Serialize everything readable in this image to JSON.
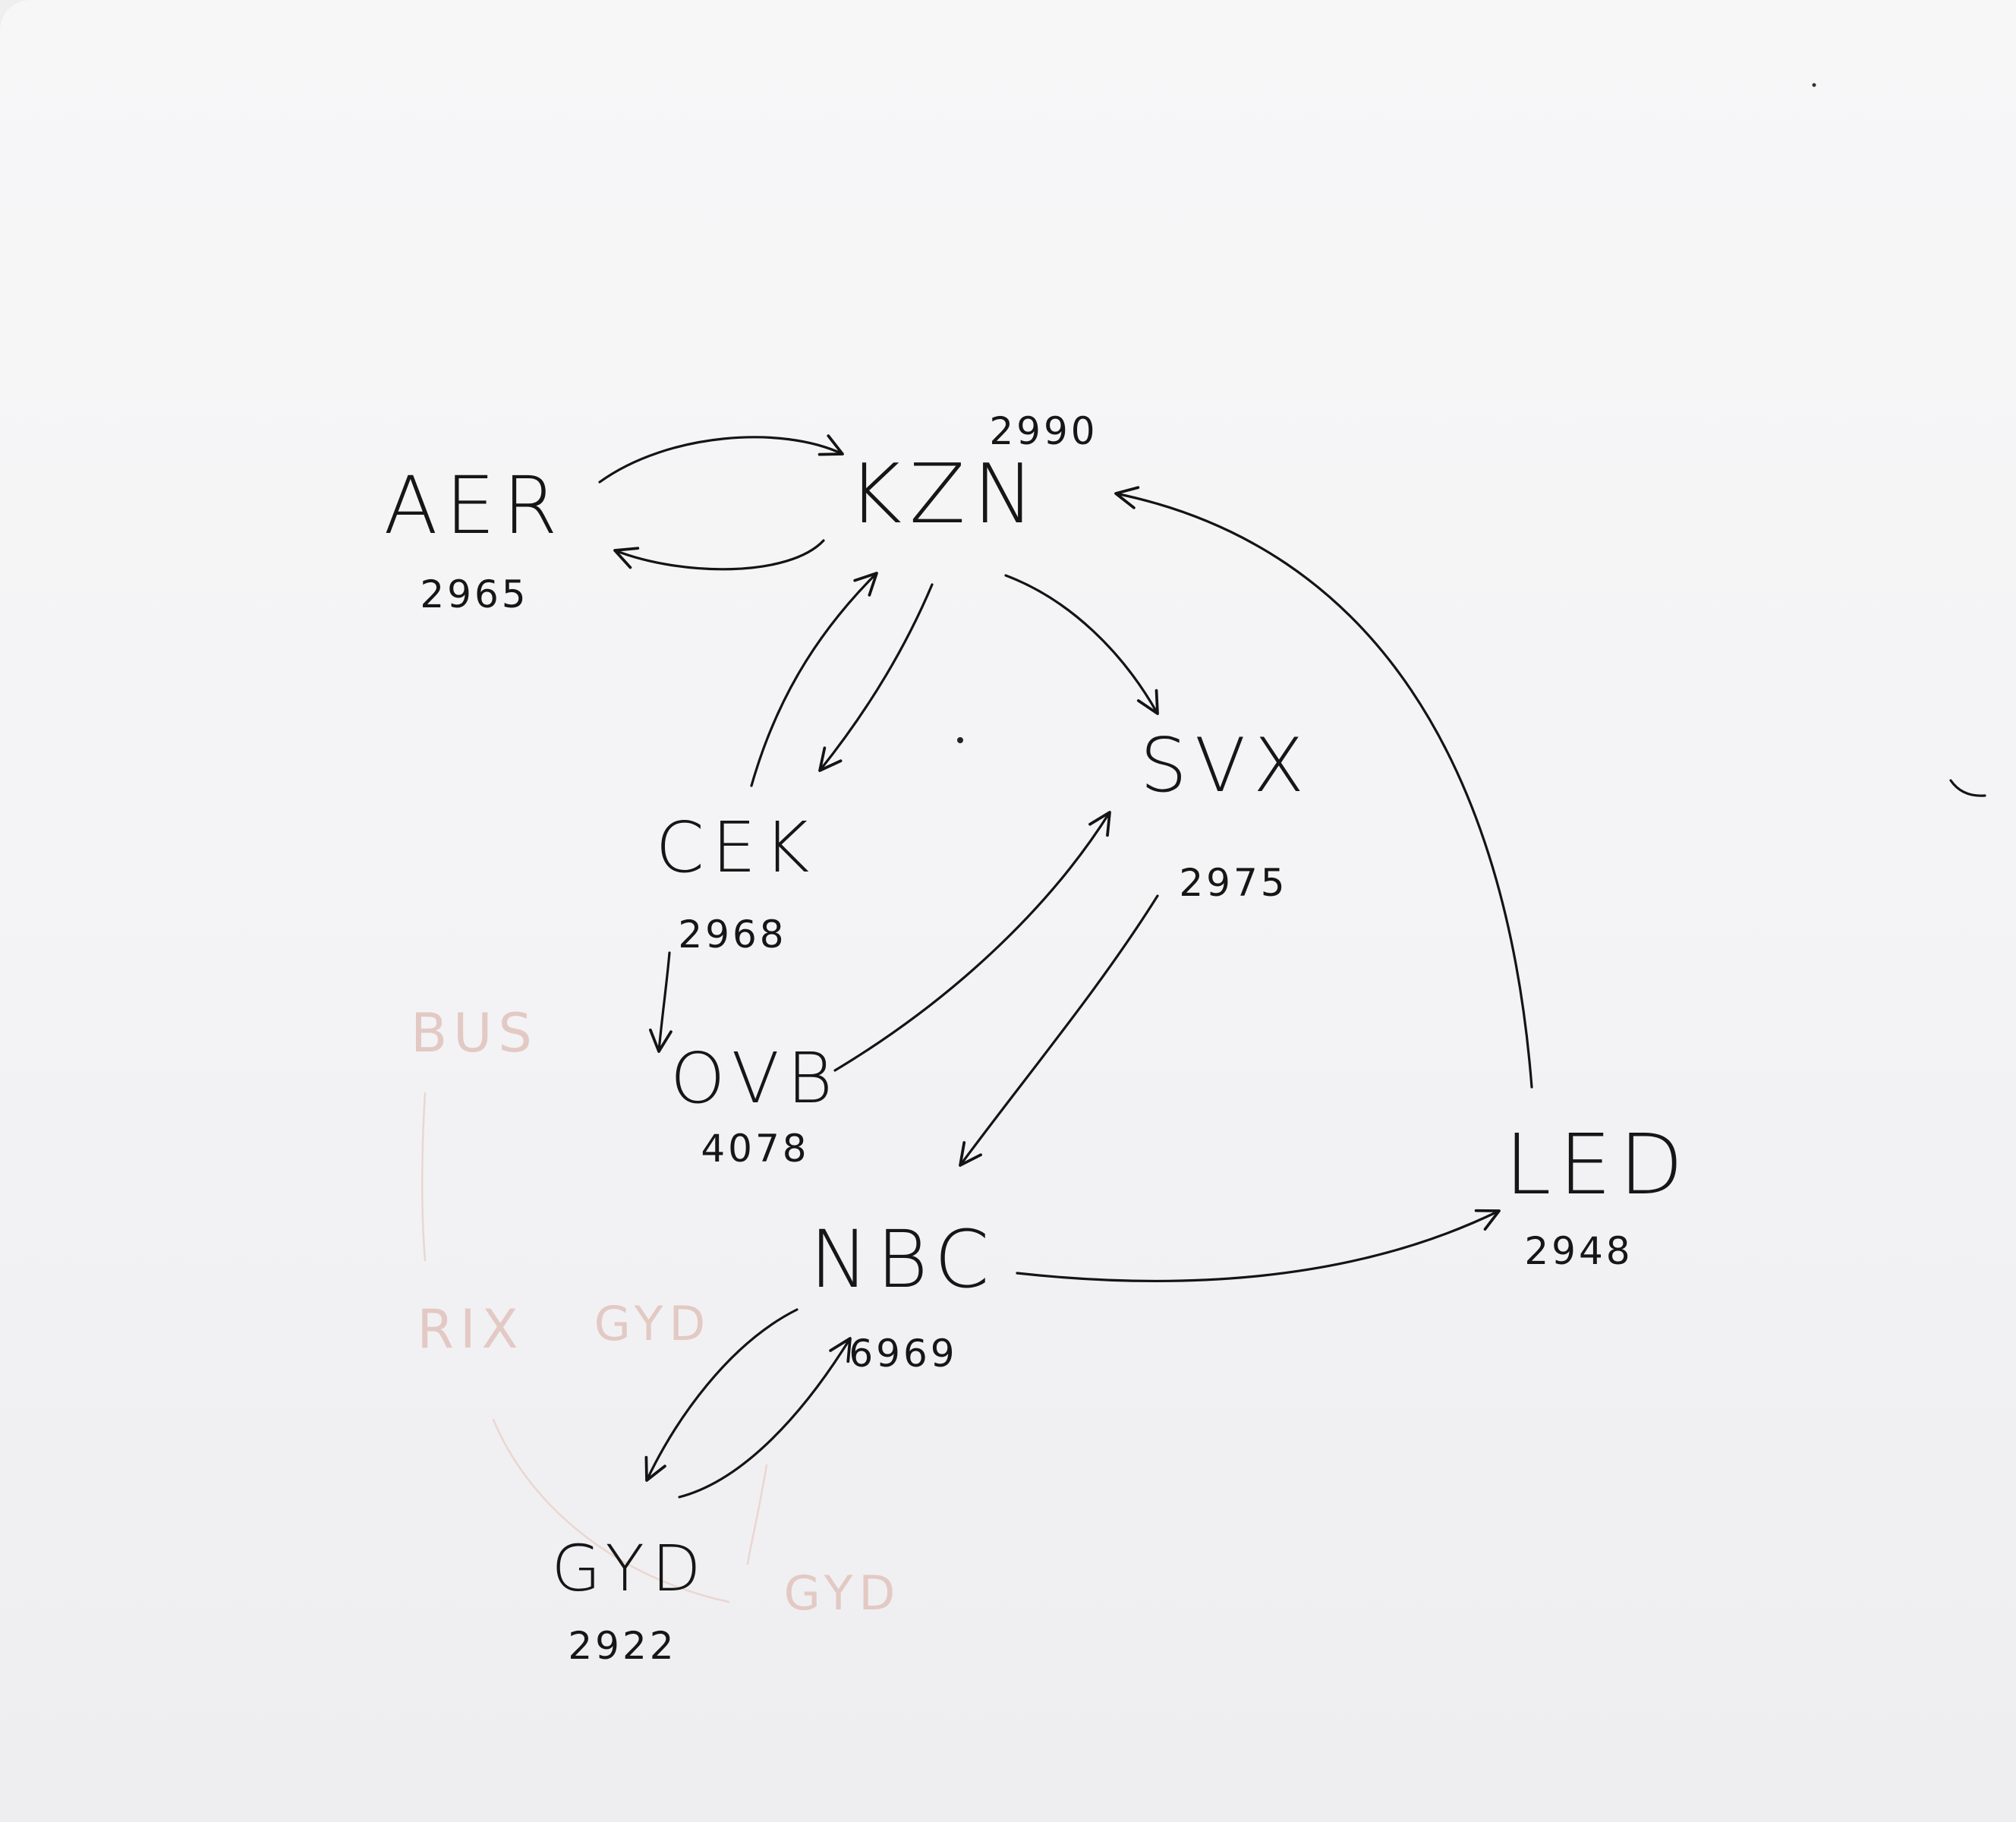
{
  "nodes": [
    {
      "id": "AER",
      "label": "AER",
      "value": "2965"
    },
    {
      "id": "KZN",
      "label": "KZN",
      "value": "2990"
    },
    {
      "id": "CEK",
      "label": "CEK",
      "value": "2968"
    },
    {
      "id": "SVX",
      "label": "SVX",
      "value": "2975"
    },
    {
      "id": "OVB",
      "label": "OVB",
      "value": "4078"
    },
    {
      "id": "NBC",
      "label": "NBC",
      "value": "6969"
    },
    {
      "id": "LED",
      "label": "LED",
      "value": "2948"
    },
    {
      "id": "GYD",
      "label": "GYD",
      "value": "2922"
    }
  ],
  "edges": [
    {
      "from": "AER",
      "to": "KZN"
    },
    {
      "from": "KZN",
      "to": "AER"
    },
    {
      "from": "CEK",
      "to": "KZN"
    },
    {
      "from": "KZN",
      "to": "CEK"
    },
    {
      "from": "KZN",
      "to": "SVX"
    },
    {
      "from": "LED",
      "to": "KZN"
    },
    {
      "from": "CEK",
      "to": "OVB"
    },
    {
      "from": "OVB",
      "to": "SVX"
    },
    {
      "from": "SVX",
      "to": "NBC"
    },
    {
      "from": "NBC",
      "to": "LED"
    },
    {
      "from": "NBC",
      "to": "GYD"
    },
    {
      "from": "GYD",
      "to": "NBC"
    }
  ],
  "faint_marks": [
    "BUS",
    "RIX",
    "GYD",
    "GYD"
  ],
  "colors": {
    "ink": "#141414",
    "paper": "#f5f5f7",
    "ghost": "#e3c9c4"
  }
}
